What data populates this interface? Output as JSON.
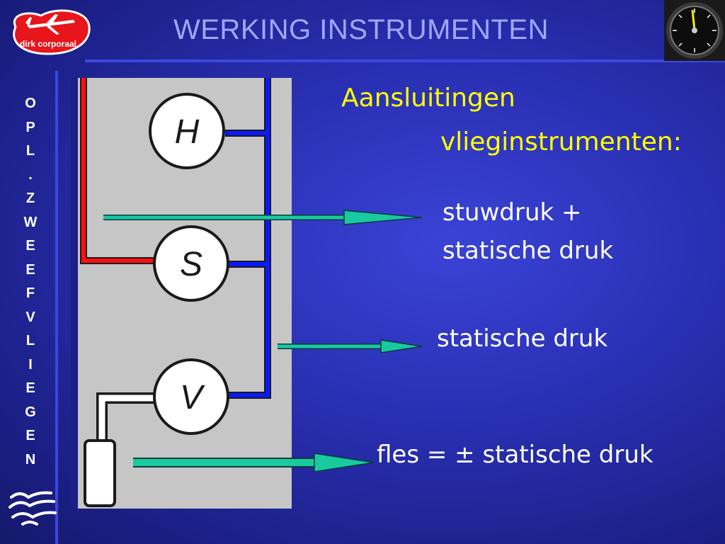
{
  "header": {
    "title": "WERKING INSTRUMENTEN",
    "logo_text": "dirk corporaal"
  },
  "sidebar": {
    "vertical_text": [
      "O",
      "P",
      "L",
      ".",
      "Z",
      "W",
      "E",
      "E",
      "F",
      "V",
      "L",
      "I",
      "E",
      "G",
      "E",
      "N"
    ]
  },
  "diagram": {
    "instruments": [
      {
        "letter": "H"
      },
      {
        "letter": "S"
      },
      {
        "letter": "V"
      }
    ]
  },
  "main": {
    "heading_line1": "Aansluitingen",
    "heading_line2": "vlieginstrumenten:",
    "label_stuwdruk_1": "stuwdruk +",
    "label_stuwdruk_2": "statische druk",
    "label_statisch": "statische druk",
    "label_fles": "fles = ± statische druk"
  },
  "colors": {
    "background": "#2a30b4",
    "title": "#9ea8ff",
    "heading": "#ffff00",
    "pitot_line": "#ff1010",
    "static_line": "#0a1aff",
    "arrow": "#19c9a0",
    "panel": "#c6c6c6"
  }
}
